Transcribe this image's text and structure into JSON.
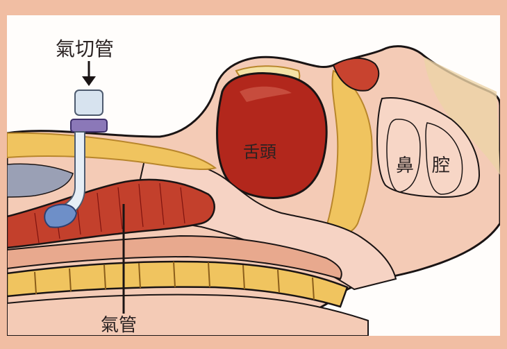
{
  "labels": {
    "tracheostomy_tube": "氣切管",
    "tongue": "舌頭",
    "nasal_cavity_left": "鼻",
    "nasal_cavity_right": "腔",
    "trachea": "氣管"
  },
  "colors": {
    "border": "#f1bea3",
    "panel": "#fffdfb",
    "skin": "#f4cbb6",
    "skin_dark": "#e8a98e",
    "tongue": "#b2271c",
    "tongue_dark": "#7e130f",
    "bone": "#f0c45f",
    "bone_dark": "#b8862b",
    "trachea": "#c3402c",
    "tube": "#d7e3ef",
    "connector": "#8b78b8",
    "outline": "#1a1414"
  }
}
